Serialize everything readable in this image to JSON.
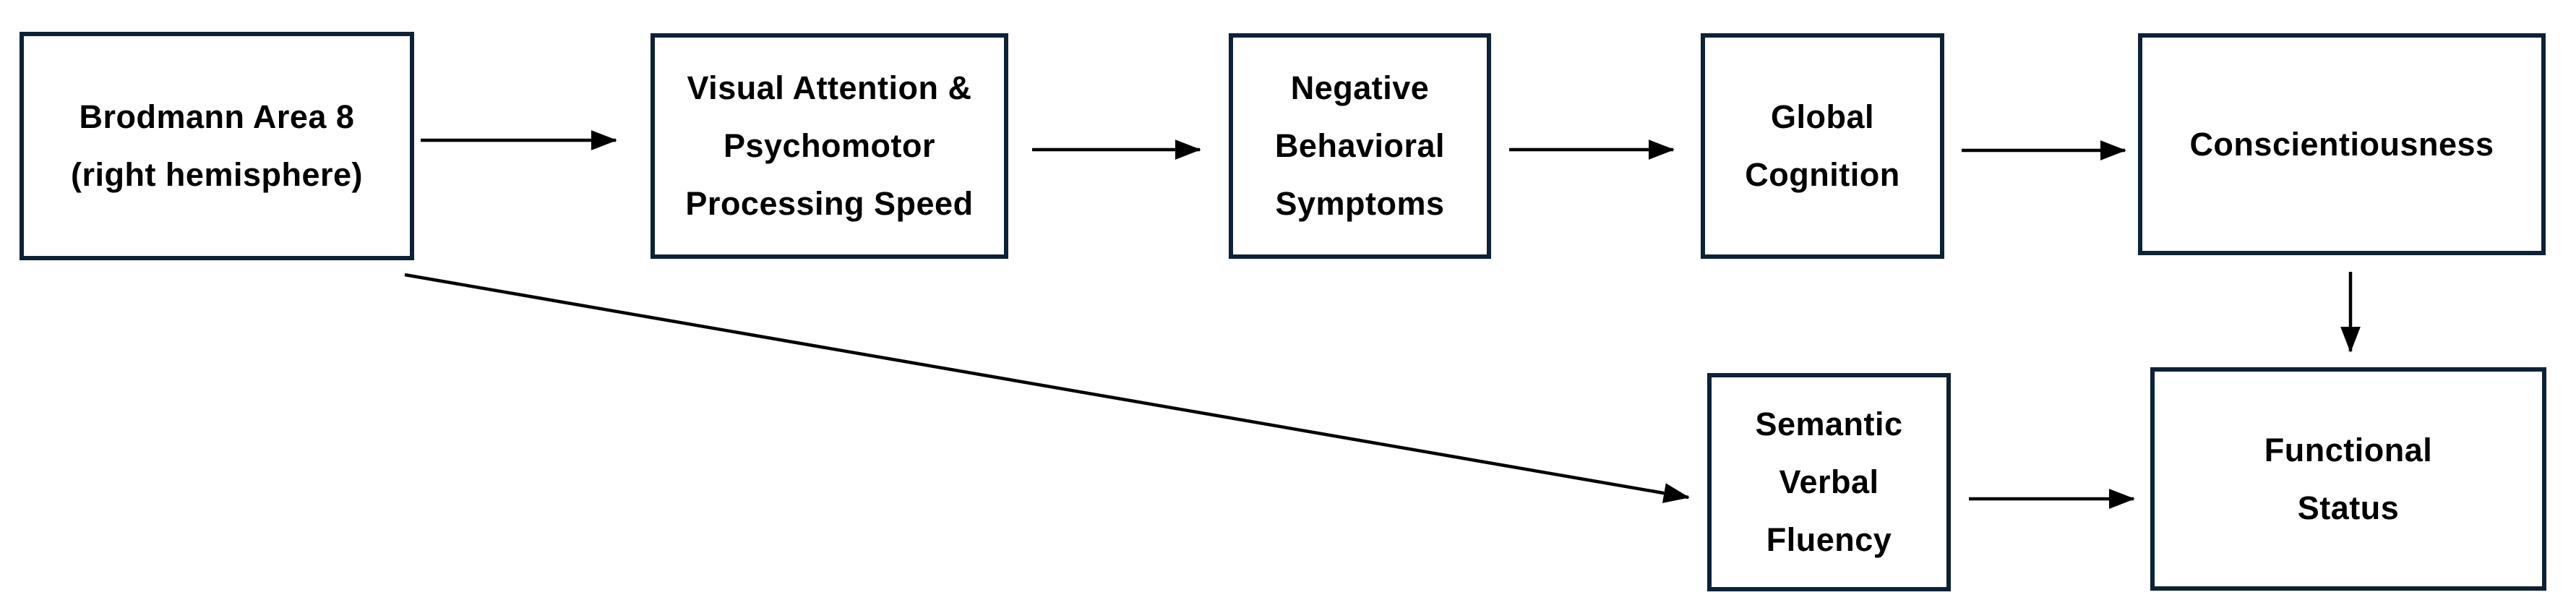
{
  "diagram": {
    "colors": {
      "box_border": "#0d2137",
      "box_fill": "#ffffff",
      "arrow": "#000000",
      "text": "#000000",
      "background": "#ffffff"
    },
    "nodes": [
      {
        "id": "brodmann-area-8",
        "lines": [
          "Brodmann Area 8",
          "(right hemisphere)"
        ]
      },
      {
        "id": "visual-attention-psychomotor-speed",
        "lines": [
          "Visual Attention &",
          "Psychomotor",
          "Processing Speed"
        ]
      },
      {
        "id": "negative-behavioral-symptoms",
        "lines": [
          "Negative",
          "Behavioral",
          "Symptoms"
        ]
      },
      {
        "id": "global-cognition",
        "lines": [
          "Global",
          "Cognition"
        ]
      },
      {
        "id": "conscientiousness",
        "lines": [
          "Conscientiousness"
        ]
      },
      {
        "id": "semantic-verbal-fluency",
        "lines": [
          "Semantic",
          "Verbal",
          "Fluency"
        ]
      },
      {
        "id": "functional-status",
        "lines": [
          "Functional",
          "Status"
        ]
      }
    ],
    "edges": [
      {
        "from": "brodmann-area-8",
        "to": "visual-attention-psychomotor-speed"
      },
      {
        "from": "visual-attention-psychomotor-speed",
        "to": "negative-behavioral-symptoms"
      },
      {
        "from": "negative-behavioral-symptoms",
        "to": "global-cognition"
      },
      {
        "from": "global-cognition",
        "to": "conscientiousness"
      },
      {
        "from": "conscientiousness",
        "to": "functional-status"
      },
      {
        "from": "brodmann-area-8",
        "to": "semantic-verbal-fluency"
      },
      {
        "from": "semantic-verbal-fluency",
        "to": "functional-status"
      }
    ]
  }
}
